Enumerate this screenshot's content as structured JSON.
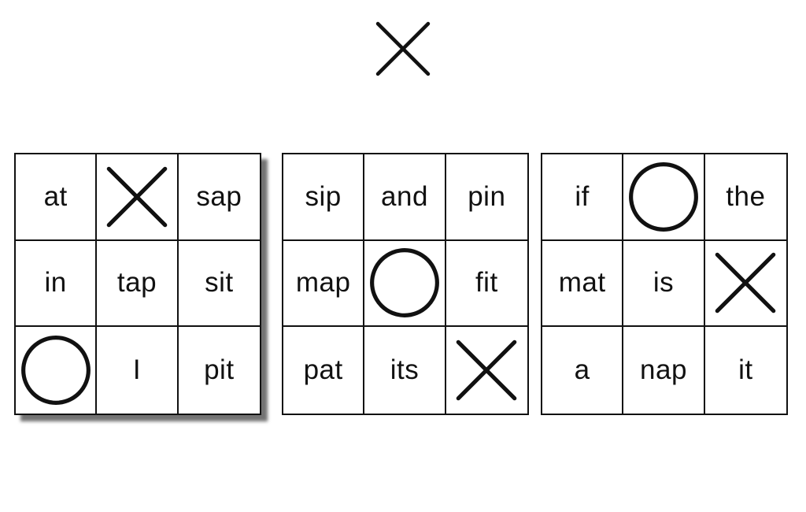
{
  "game": {
    "current_turn": "X",
    "active_board": 0,
    "stroke_color": "#111111",
    "shadow_color": "#8a8a8a"
  },
  "boards": [
    {
      "cells": [
        {
          "word": "at",
          "mark": null
        },
        {
          "word": "",
          "mark": "X"
        },
        {
          "word": "sap",
          "mark": null
        },
        {
          "word": "in",
          "mark": null
        },
        {
          "word": "tap",
          "mark": null
        },
        {
          "word": "sit",
          "mark": null
        },
        {
          "word": "",
          "mark": "O"
        },
        {
          "word": "I",
          "mark": null
        },
        {
          "word": "pit",
          "mark": null
        }
      ]
    },
    {
      "cells": [
        {
          "word": "sip",
          "mark": null
        },
        {
          "word": "and",
          "mark": null
        },
        {
          "word": "pin",
          "mark": null
        },
        {
          "word": "map",
          "mark": null
        },
        {
          "word": "",
          "mark": "O"
        },
        {
          "word": "fit",
          "mark": null
        },
        {
          "word": "pat",
          "mark": null
        },
        {
          "word": "its",
          "mark": null
        },
        {
          "word": "",
          "mark": "X"
        }
      ]
    },
    {
      "cells": [
        {
          "word": "if",
          "mark": null
        },
        {
          "word": "",
          "mark": "O"
        },
        {
          "word": "the",
          "mark": null
        },
        {
          "word": "mat",
          "mark": null
        },
        {
          "word": "is",
          "mark": null
        },
        {
          "word": "",
          "mark": "X"
        },
        {
          "word": "a",
          "mark": null
        },
        {
          "word": "nap",
          "mark": null
        },
        {
          "word": "it",
          "mark": null
        }
      ]
    }
  ]
}
